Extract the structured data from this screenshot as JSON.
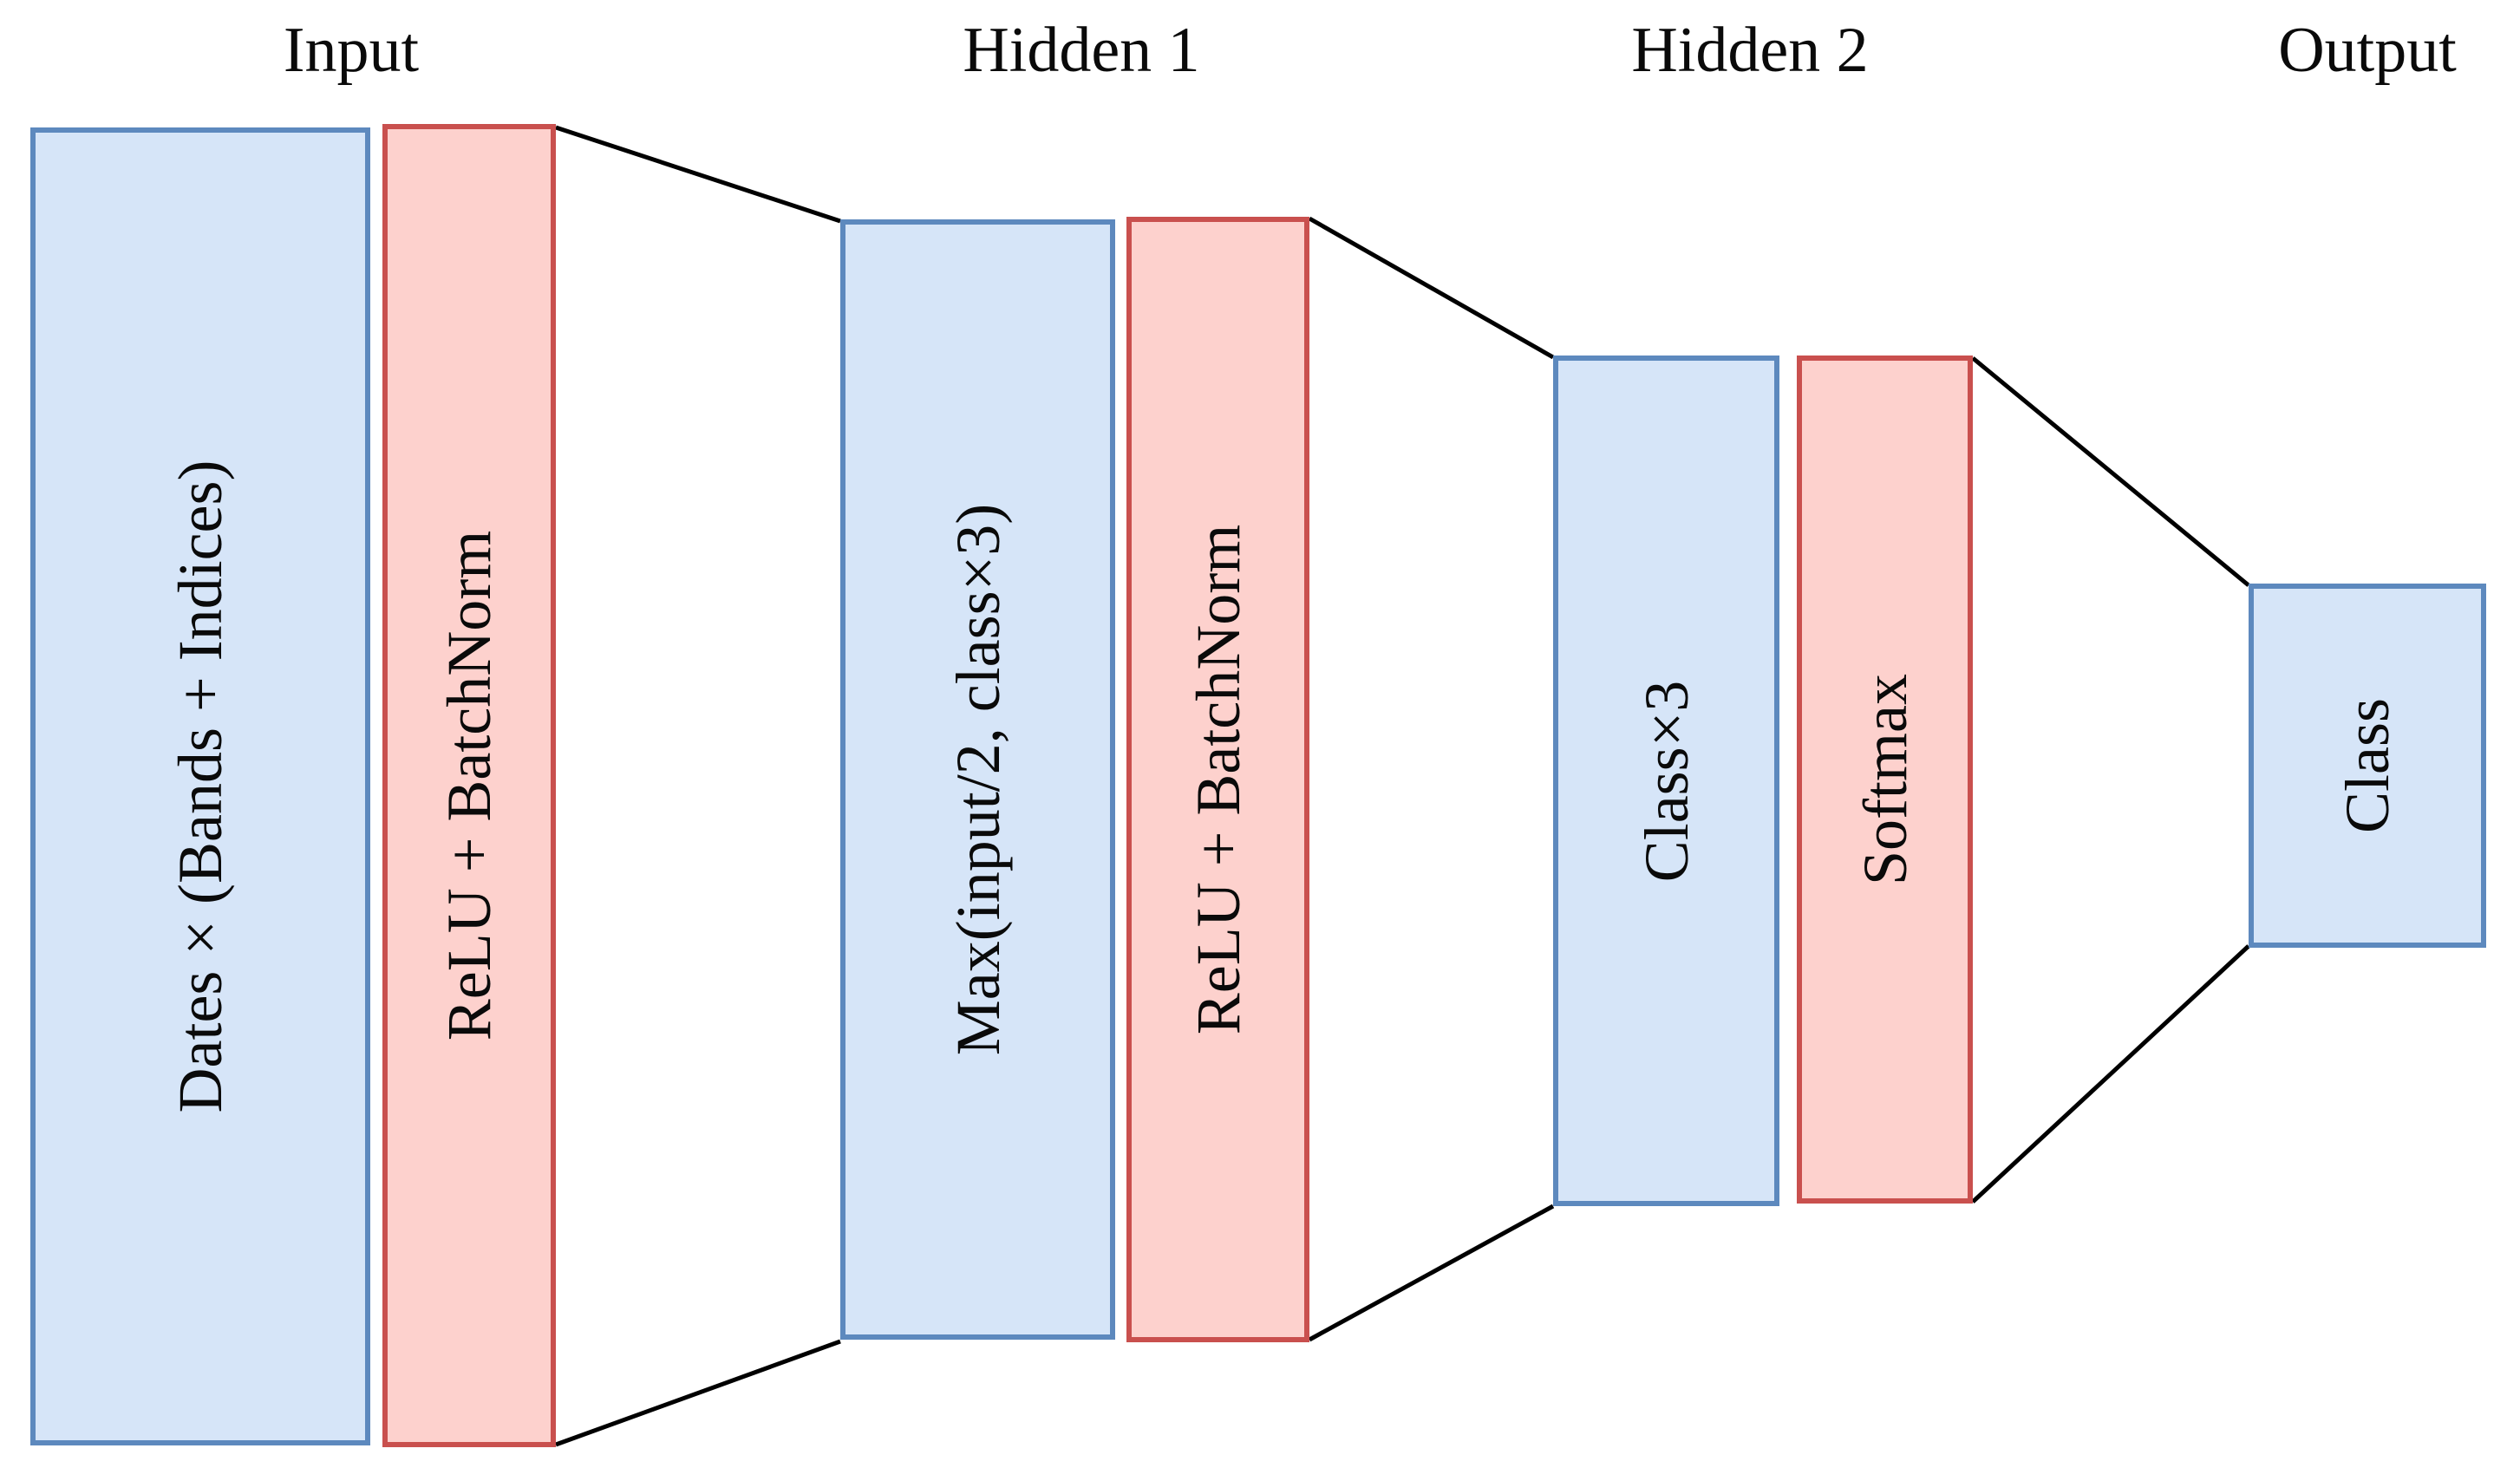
{
  "diagram": {
    "type": "neural-network-architecture",
    "headers": [
      {
        "label": "Input"
      },
      {
        "label": "Hidden 1"
      },
      {
        "label": "Hidden 2"
      },
      {
        "label": "Output"
      }
    ],
    "boxes": [
      {
        "id": "input-layer",
        "kind": "layer",
        "label": "Dates × (Bands + Indices)"
      },
      {
        "id": "input-activation",
        "kind": "activation",
        "label": "ReLU + BatchNorm"
      },
      {
        "id": "hidden1-layer",
        "kind": "layer",
        "label": "Max(input/2, class×3)"
      },
      {
        "id": "hidden1-activation",
        "kind": "activation",
        "label": "ReLU + BatchNorm"
      },
      {
        "id": "hidden2-layer",
        "kind": "layer",
        "label": "Class×3"
      },
      {
        "id": "hidden2-activation",
        "kind": "activation",
        "label": "Softmax"
      },
      {
        "id": "output-layer",
        "kind": "layer",
        "label": "Class"
      }
    ],
    "colors": {
      "layer_fill": "#D6E5F8",
      "layer_border": "#5D89BE",
      "activation_fill": "#FDD1CD",
      "activation_border": "#C9504E",
      "line_color": "#000000",
      "text_color": "#0A0A0A",
      "background": "#FFFFFF"
    }
  }
}
